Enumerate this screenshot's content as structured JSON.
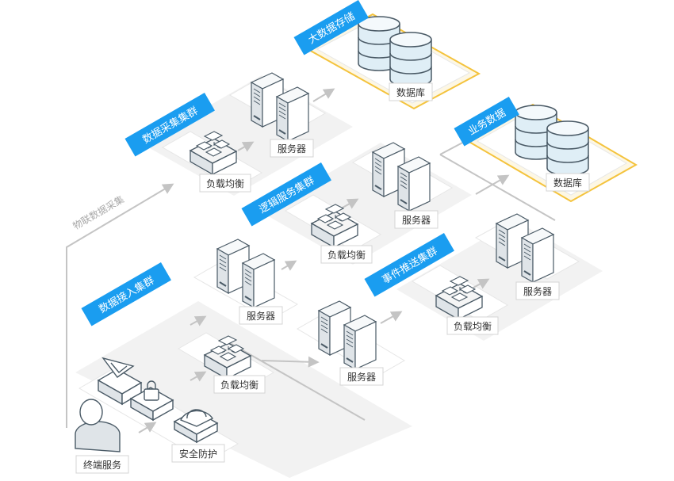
{
  "colors": {
    "accent": "#1a9df0",
    "highlight": "#f4c33d",
    "platform": "#f1f1f1",
    "line": "#c4c4c4",
    "icon_stroke": "#4a5a66",
    "db_fill": "#dfeef6"
  },
  "clusters": {
    "big_data_storage": "大数据存储",
    "business_data": "业务数据",
    "data_collection": "数据采集集群",
    "logic_service": "逻辑服务集群",
    "data_access": "数据接入集群",
    "event_push": "事件推送集群"
  },
  "labels": {
    "database": "数据库",
    "server": "服务器",
    "load_balancer": "负载均衡",
    "terminal_service": "终端服务",
    "security": "安全防护",
    "iot_collection": "物联数据采集"
  },
  "icons": [
    "database-icon",
    "server-icon",
    "load-balancer-icon",
    "user-icon",
    "security-icon"
  ]
}
